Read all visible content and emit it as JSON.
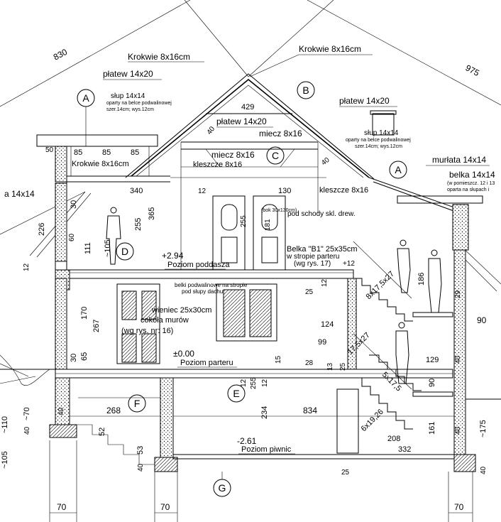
{
  "axes": {
    "A_left": "A",
    "B": "B",
    "C": "C",
    "A_right": "A",
    "D": "D",
    "E": "E",
    "F": "F",
    "G": "G"
  },
  "roof": {
    "dim_830": "830",
    "dim_975": "975",
    "krokwie_top_left": "Krokwie 8x16cm",
    "krokwie_top_right": "Krokwie 8x16cm",
    "platew_left": "płatew 14x20",
    "platew_right": "płatew 14x20",
    "platew_mid": "płatew 14x20",
    "dim_429": "429",
    "miecz_top": "miecz 8x16",
    "miecz_mid": "miecz 8x16",
    "kleszcze_left": "kleszcze 8x16",
    "kleszcze_right": "kleszcze 8x16",
    "slup_left": "słup 14x14",
    "slup_left_note1": "oparty na belce podwalinowej",
    "slup_left_note2": "szer.14cm; wys.12cm",
    "slup_right": "słup 14x14",
    "slup_right_note1": "oparty na belce podwalinowej",
    "slup_right_note2": "szer.14cm; wys.12cm",
    "krokwie_dormer": "Krokwie 8x16cm",
    "murlata": "murłata 14x14",
    "belka_right": "belka 14x14",
    "belka_right_note1": "(w pomieszcz. 12 i 13",
    "belka_right_note2": "oparta na słupach i",
    "murlata_left": "a 14x14",
    "dim_40_left": "40",
    "dim_40_right": "40"
  },
  "attic": {
    "dim_85a": "85",
    "dim_85b": "85",
    "dim_85c": "85",
    "dim_50": "50",
    "dim_340": "340",
    "dim_12": "12",
    "dim_130": "130",
    "dim_365": "365",
    "dim_255a": "255",
    "dim_255b": "255",
    "dim_181": "181",
    "dim_30": "30",
    "dim_111": "111",
    "dim_105": "~105",
    "dim_226": "226",
    "dim_12b": "12",
    "dim_60": "60",
    "level_attic_value": "+2.94",
    "level_attic_label": "Poziom poddasza",
    "window_note1": "pod schody skl. drew.",
    "window_note2": "(bok 30x130cm)"
  },
  "floor_ground": {
    "belka_b1": "Belka \"B1\" 25x35cm",
    "belka_b1_note1": "w stropie parteru",
    "belka_b1_note2": "(wg rys. 17)",
    "dim_plus12": "+12",
    "belki_note1": "belki podwalinowe na stropie",
    "belki_note2": "pod słupy dachu",
    "wieniec": "wieniec 25x30cm",
    "cokol": "cokoła murów",
    "rys16": "(wg rys. nr: 16)",
    "dim_170": "170",
    "dim_267": "267",
    "dim_65": "65",
    "dim_30b": "30",
    "dim_25a": "25",
    "dim_12c": "12",
    "dim_15": "15",
    "dim_124": "124",
    "dim_99": "99",
    "dim_28": "28",
    "dim_13": "13",
    "dim_25b": "25",
    "stairs_top": "8x17,5x27",
    "stairs_mid": "17,5x27",
    "stairs_low": "5x17,5",
    "dim_186": "186",
    "dim_29": "29",
    "dim_90": "90",
    "dim_129": "129",
    "dim_40c": "40",
    "dim_90b": "90",
    "level_ground_value": "±0.00",
    "level_ground_label": "Poziom parteru",
    "dim_12d": "12",
    "dim_255c": "255"
  },
  "basement": {
    "dim_268": "268",
    "dim_834": "834",
    "dim_234": "234",
    "dim_12e": "12",
    "dim_52": "52",
    "dim_53": "53",
    "dim_40d": "40",
    "dim_40e": "40",
    "dim_70a": "~70",
    "dim_110": "~110",
    "dim_105b": "~105",
    "dim_40f": "40",
    "dim_161": "161",
    "dim_208": "208",
    "dim_332": "332",
    "stairs_base": "6x19,26",
    "dim_25c": "25",
    "dim_175": "~175",
    "dim_40g": "40",
    "dim_40h": "40",
    "level_basement_value": "-2.61",
    "level_basement_label": "Poziom piwnic",
    "dim_70b": "70",
    "dim_70c": "70",
    "dim_70d": "70"
  }
}
